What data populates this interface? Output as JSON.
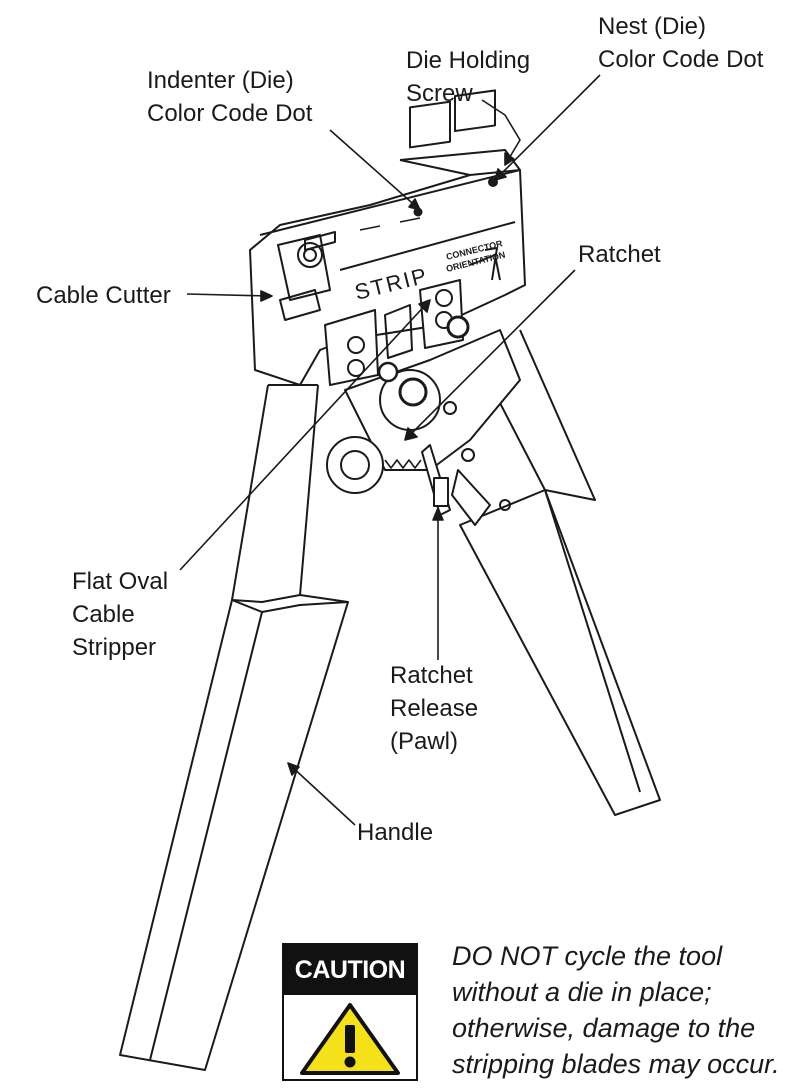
{
  "labels": {
    "nest_dot": "Nest (Die)\nColor Code Dot",
    "die_screw": "Die Holding\nScrew",
    "indenter_dot": "Indenter (Die)\nColor Code Dot",
    "ratchet": "Ratchet",
    "cable_cutter": "Cable Cutter",
    "flat_oval_stripper": "Flat Oval\nCable\nStripper",
    "ratchet_release": "Ratchet\nRelease\n(Pawl)",
    "handle": "Handle"
  },
  "tool_marking": {
    "strip": "STRIP",
    "connector": "CONNECTOR",
    "orientation": "ORIENTATION"
  },
  "caution": {
    "heading": "CAUTION",
    "icon": "warning-triangle-exclamation-icon",
    "message": "DO NOT cycle the tool\nwithout a die in place;\notherwise, damage to the\nstripping blades may occur."
  },
  "colors": {
    "line": "#1a1a1a",
    "warning_yellow": "#f5e11a"
  }
}
